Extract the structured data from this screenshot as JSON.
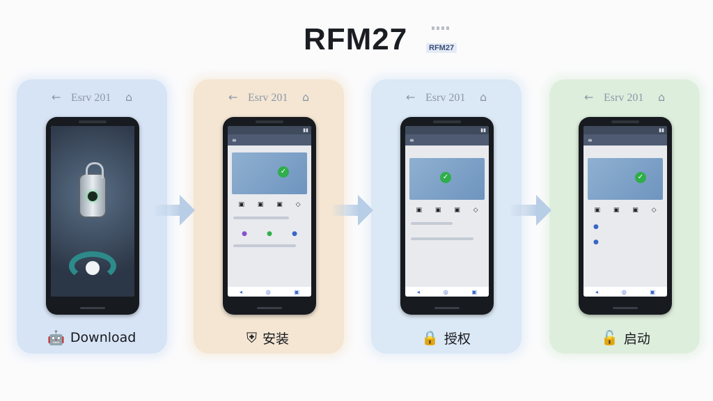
{
  "title": "RFM27",
  "title_tag": "RFM27",
  "panels": [
    {
      "header": "Esrv 201",
      "back_icon": "←",
      "header_icon": "⌂",
      "bg": "#d7e4f6",
      "label": "Download",
      "label_icon": "android-icon"
    },
    {
      "header": "Esrv 201",
      "back_icon": "←",
      "header_icon": "⌂",
      "bg": "#f4e6d3",
      "label": "安装",
      "label_icon": "shield-icon"
    },
    {
      "header": "Esrv 201",
      "back_icon": "←",
      "header_icon": "⌂",
      "bg": "#dbe8f5",
      "label": "授权",
      "label_icon": "padlock-icon"
    },
    {
      "header": "Esrv 201",
      "back_icon": "←",
      "header_icon": "⌂",
      "bg": "#deeedd",
      "label": "启动",
      "label_icon": "unlock-icon"
    }
  ],
  "icons": {
    "android": "🤖",
    "shield": "⛨",
    "padlock": "🔒",
    "unlock": "🔓"
  },
  "colors": {
    "arrow": "#b8cde6",
    "check": "#2fae4a"
  }
}
